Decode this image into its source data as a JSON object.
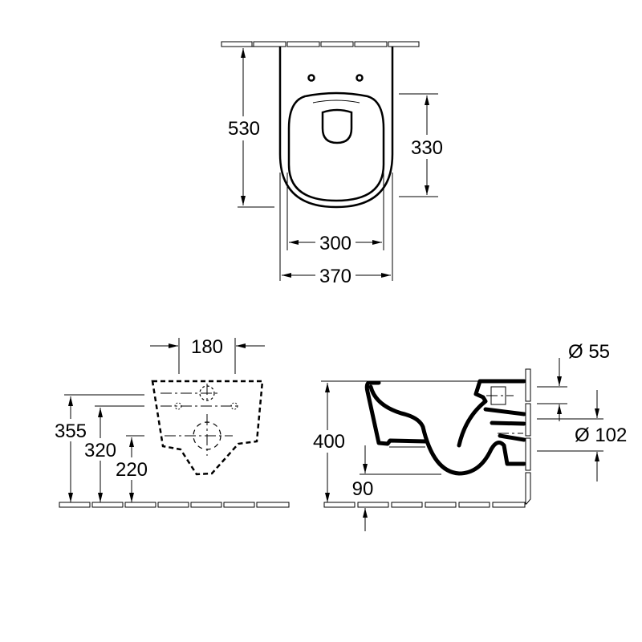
{
  "title": "Wall-hung WC dimension drawing",
  "top_view": {
    "overall_length": "530",
    "seat_length": "330",
    "seat_width": "300",
    "overall_width": "370"
  },
  "front_view": {
    "fixing_spacing": "180",
    "height_upper": "355",
    "height_middle": "320",
    "height_lower": "220"
  },
  "side_view": {
    "rim_height": "400",
    "outlet_height": "90",
    "inlet_diameter": "Ø 55",
    "outlet_diameter": "Ø 102"
  }
}
